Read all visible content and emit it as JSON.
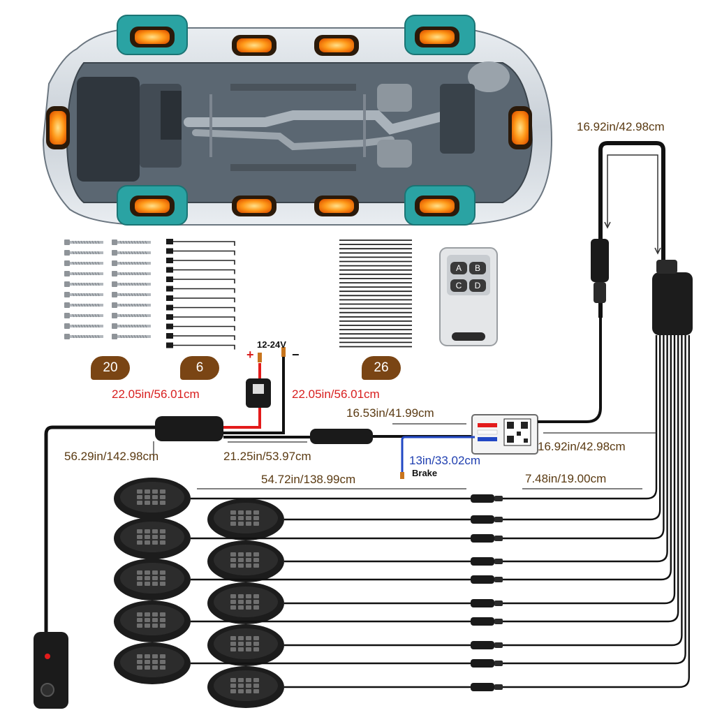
{
  "colors": {
    "cable": "#111111",
    "wire_red": "#e31b1b",
    "wire_blue": "#2248c4",
    "tire": "#2aa3a3",
    "pod_glow": "#ff9a1a",
    "badge": "#7a4514",
    "dimension_text": "#5a3a12",
    "positive_text": "#d81e1e"
  },
  "icons": [
    "car-underbody",
    "rock-light-pod",
    "screw",
    "zip-tie",
    "remote",
    "bluetooth-controller",
    "fuse",
    "power-switch",
    "splitter-hub"
  ],
  "kit": {
    "screws_count": "20",
    "zip_ties_count": "6",
    "cable_ties_count": "26",
    "remote_keys": [
      "A",
      "B",
      "C",
      "D"
    ]
  },
  "power": {
    "voltage": "12-24V",
    "positive_sign": "+",
    "negative_sign": "−"
  },
  "dimensions": {
    "hub_upper_cable": "16.92in/42.98cm",
    "red_wire": "22.05in/56.01cm",
    "black_wire": "22.05in/56.01cm",
    "controller_to_inline": "16.53in/41.99cm",
    "switch_cable": "56.29in/142.98cm",
    "power_to_inline": "21.25in/53.97cm",
    "controller_to_hub": "16.92in/42.98cm",
    "brake_wire": "13in/33.02cm",
    "pod_cable": "54.72in/138.99cm",
    "hub_branch": "7.48in/19.00cm"
  },
  "brake_label": "Brake"
}
